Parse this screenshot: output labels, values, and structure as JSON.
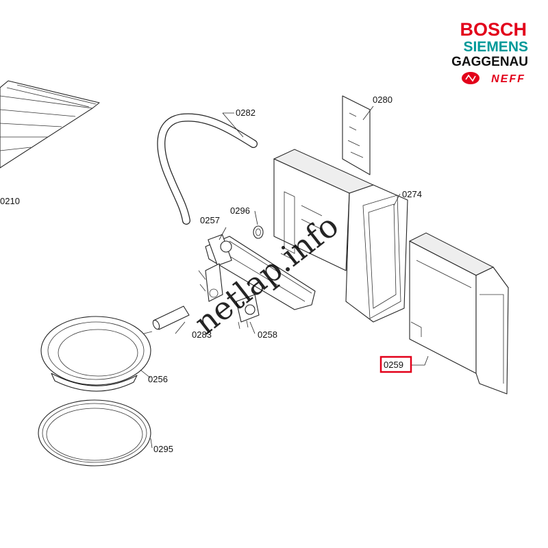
{
  "brands": {
    "bosch": "BOSCH",
    "siemens": "SIEMENS",
    "gaggenau": "GAGGENAU",
    "neff": "NEFF"
  },
  "watermark": "netlap.info",
  "colors": {
    "bosch_red": "#e2001a",
    "siemens_teal": "#009999",
    "gaggenau_black": "#111111",
    "highlight_red": "#e2001a"
  },
  "part_labels": {
    "p0210": "0210",
    "p0282": "0282",
    "p0280": "0280",
    "p0296": "0296",
    "p0257": "0257",
    "p0274": "0274",
    "p0283": "0283",
    "p0258": "0258",
    "p0259": "0259",
    "p0256": "0256",
    "p0295": "0295"
  },
  "highlighted_part": "0259"
}
